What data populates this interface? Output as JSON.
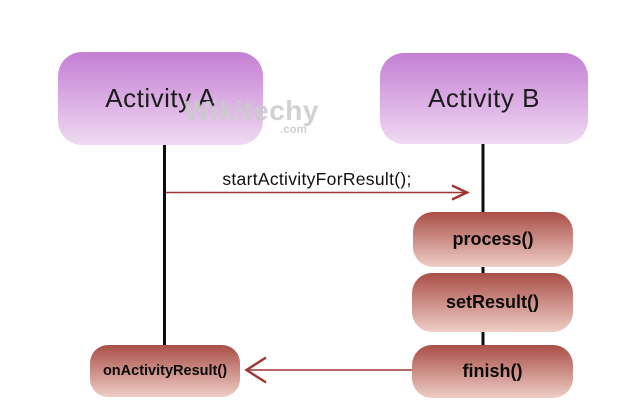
{
  "watermark": {
    "brand": "Wikitechy",
    "suffix": ".com"
  },
  "colors": {
    "actor_top": "#c47ed3",
    "actor_bottom": "#efdaf2",
    "step_top": "#a94e47",
    "step_bottom": "#eecec6",
    "arrow": "#9e3532",
    "lifeline": "#0d0d0d",
    "label": "#1c1c1c",
    "watermark_c": "#cbcbcb"
  },
  "diagram": {
    "actors": [
      {
        "id": "activity-a",
        "label": "Activity A"
      },
      {
        "id": "activity-b",
        "label": "Activity B"
      }
    ],
    "message": {
      "label": "startActivityForResult();"
    },
    "steps": [
      {
        "id": "process",
        "label": "process()"
      },
      {
        "id": "set-result",
        "label": "setResult()"
      },
      {
        "id": "finish",
        "label": "finish()"
      },
      {
        "id": "on-activity-result",
        "label": "onActivityResult()"
      }
    ]
  }
}
